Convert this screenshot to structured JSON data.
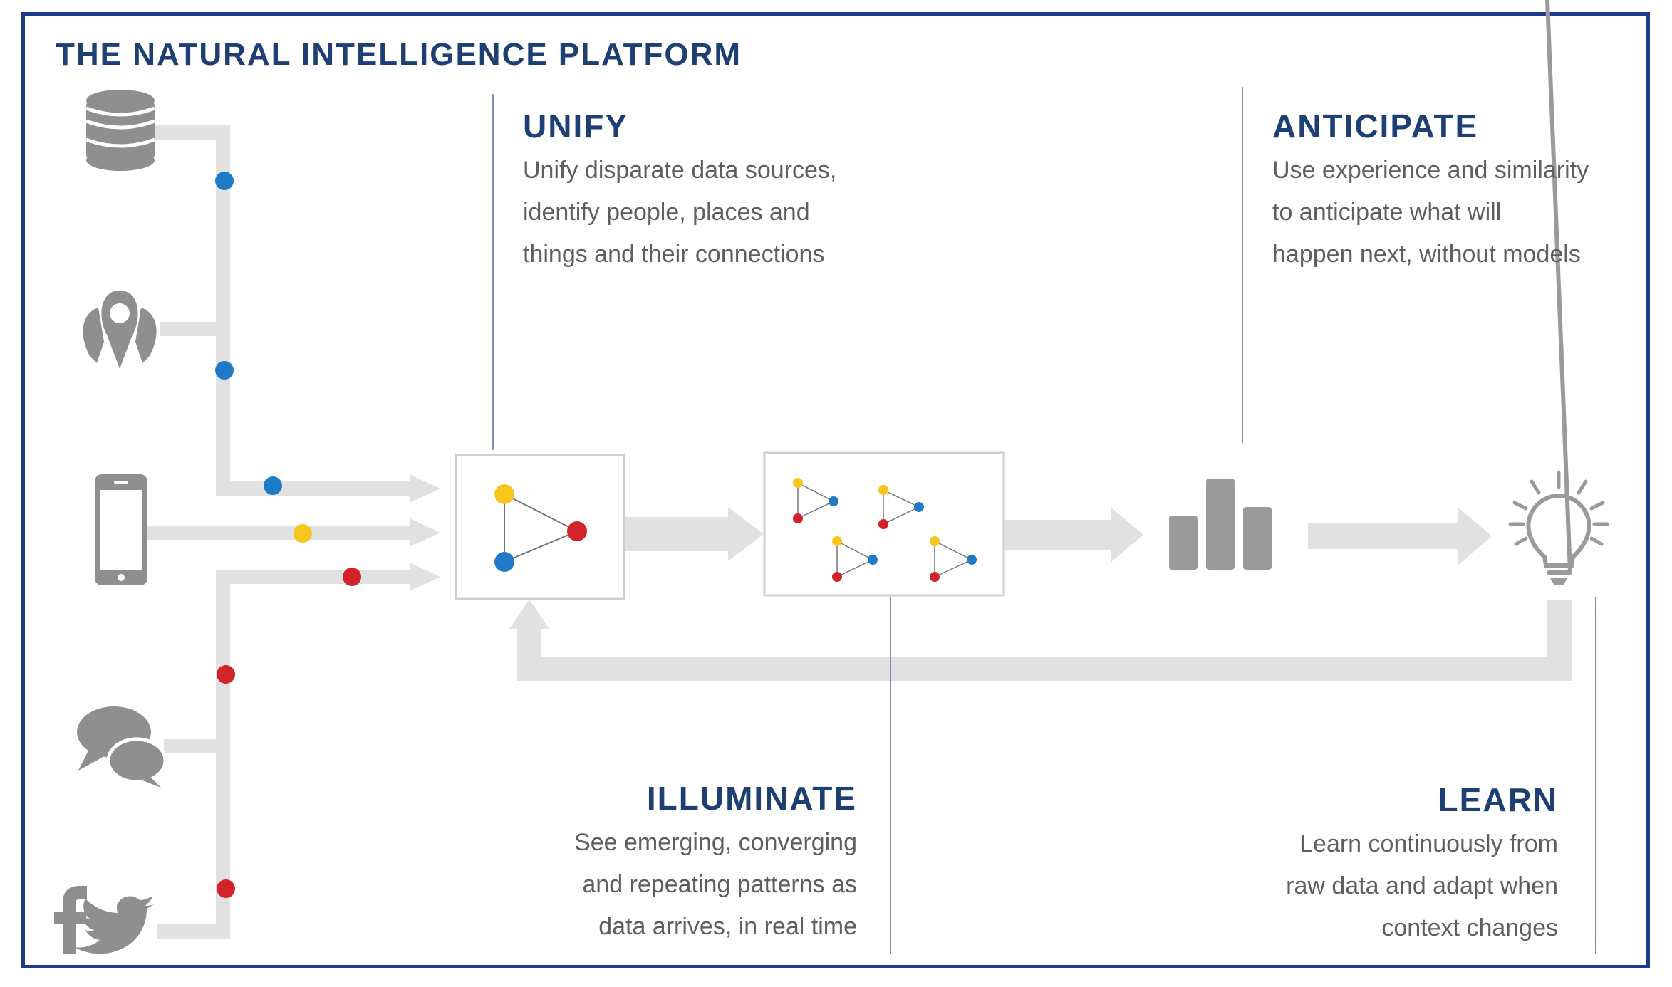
{
  "title": "THE NATURAL INTELLIGENCE PLATFORM",
  "sections": {
    "unify": {
      "heading": "UNIFY",
      "lines": [
        "Unify disparate data sources,",
        "identify people, places and",
        "things and their connections"
      ]
    },
    "anticipate": {
      "heading": "ANTICIPATE",
      "lines": [
        "Use experience and similarity",
        "to anticipate what will",
        "happen next, without models"
      ]
    },
    "illuminate": {
      "heading": "ILLUMINATE",
      "lines": [
        "See emerging, converging",
        "and repeating patterns as",
        "data arrives, in real time"
      ]
    },
    "learn": {
      "heading": "LEARN",
      "lines": [
        "Learn continuously from",
        "raw data and adapt when",
        "context changes"
      ]
    }
  },
  "sources": [
    "database-icon",
    "location-icon",
    "mobile-phone-icon",
    "chat-icon",
    "facebook-icon",
    "twitter-icon"
  ],
  "icons": [
    "triangle-graph-icon",
    "pattern-cluster-icon",
    "bar-chart-icon",
    "lightbulb-icon"
  ],
  "colors": {
    "heading": "#1d3f73",
    "body_text": "#5e5e5e",
    "border": "#1f3a8a",
    "pipe": "#e1e1e1",
    "icon": "#8f8f8f",
    "blue_dot": "#1f7bc8",
    "yellow_dot": "#f7c51c",
    "red_dot": "#d2232a",
    "divider": "#7b8fb4"
  }
}
